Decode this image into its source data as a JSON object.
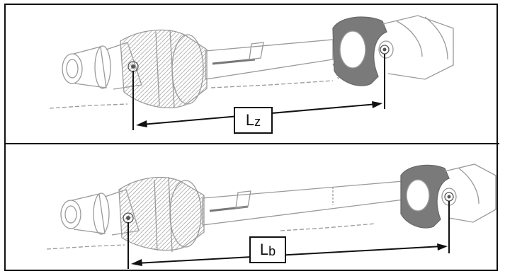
{
  "figure": {
    "top_diagram": {
      "dimension_label_main": "L",
      "dimension_label_sub": "z"
    },
    "bottom_diagram": {
      "dimension_label_main": "L",
      "dimension_label_sub": "b"
    },
    "colors": {
      "line": "#111111",
      "drawing": "#9a9a9a",
      "shield": "#7a7a7a"
    }
  }
}
